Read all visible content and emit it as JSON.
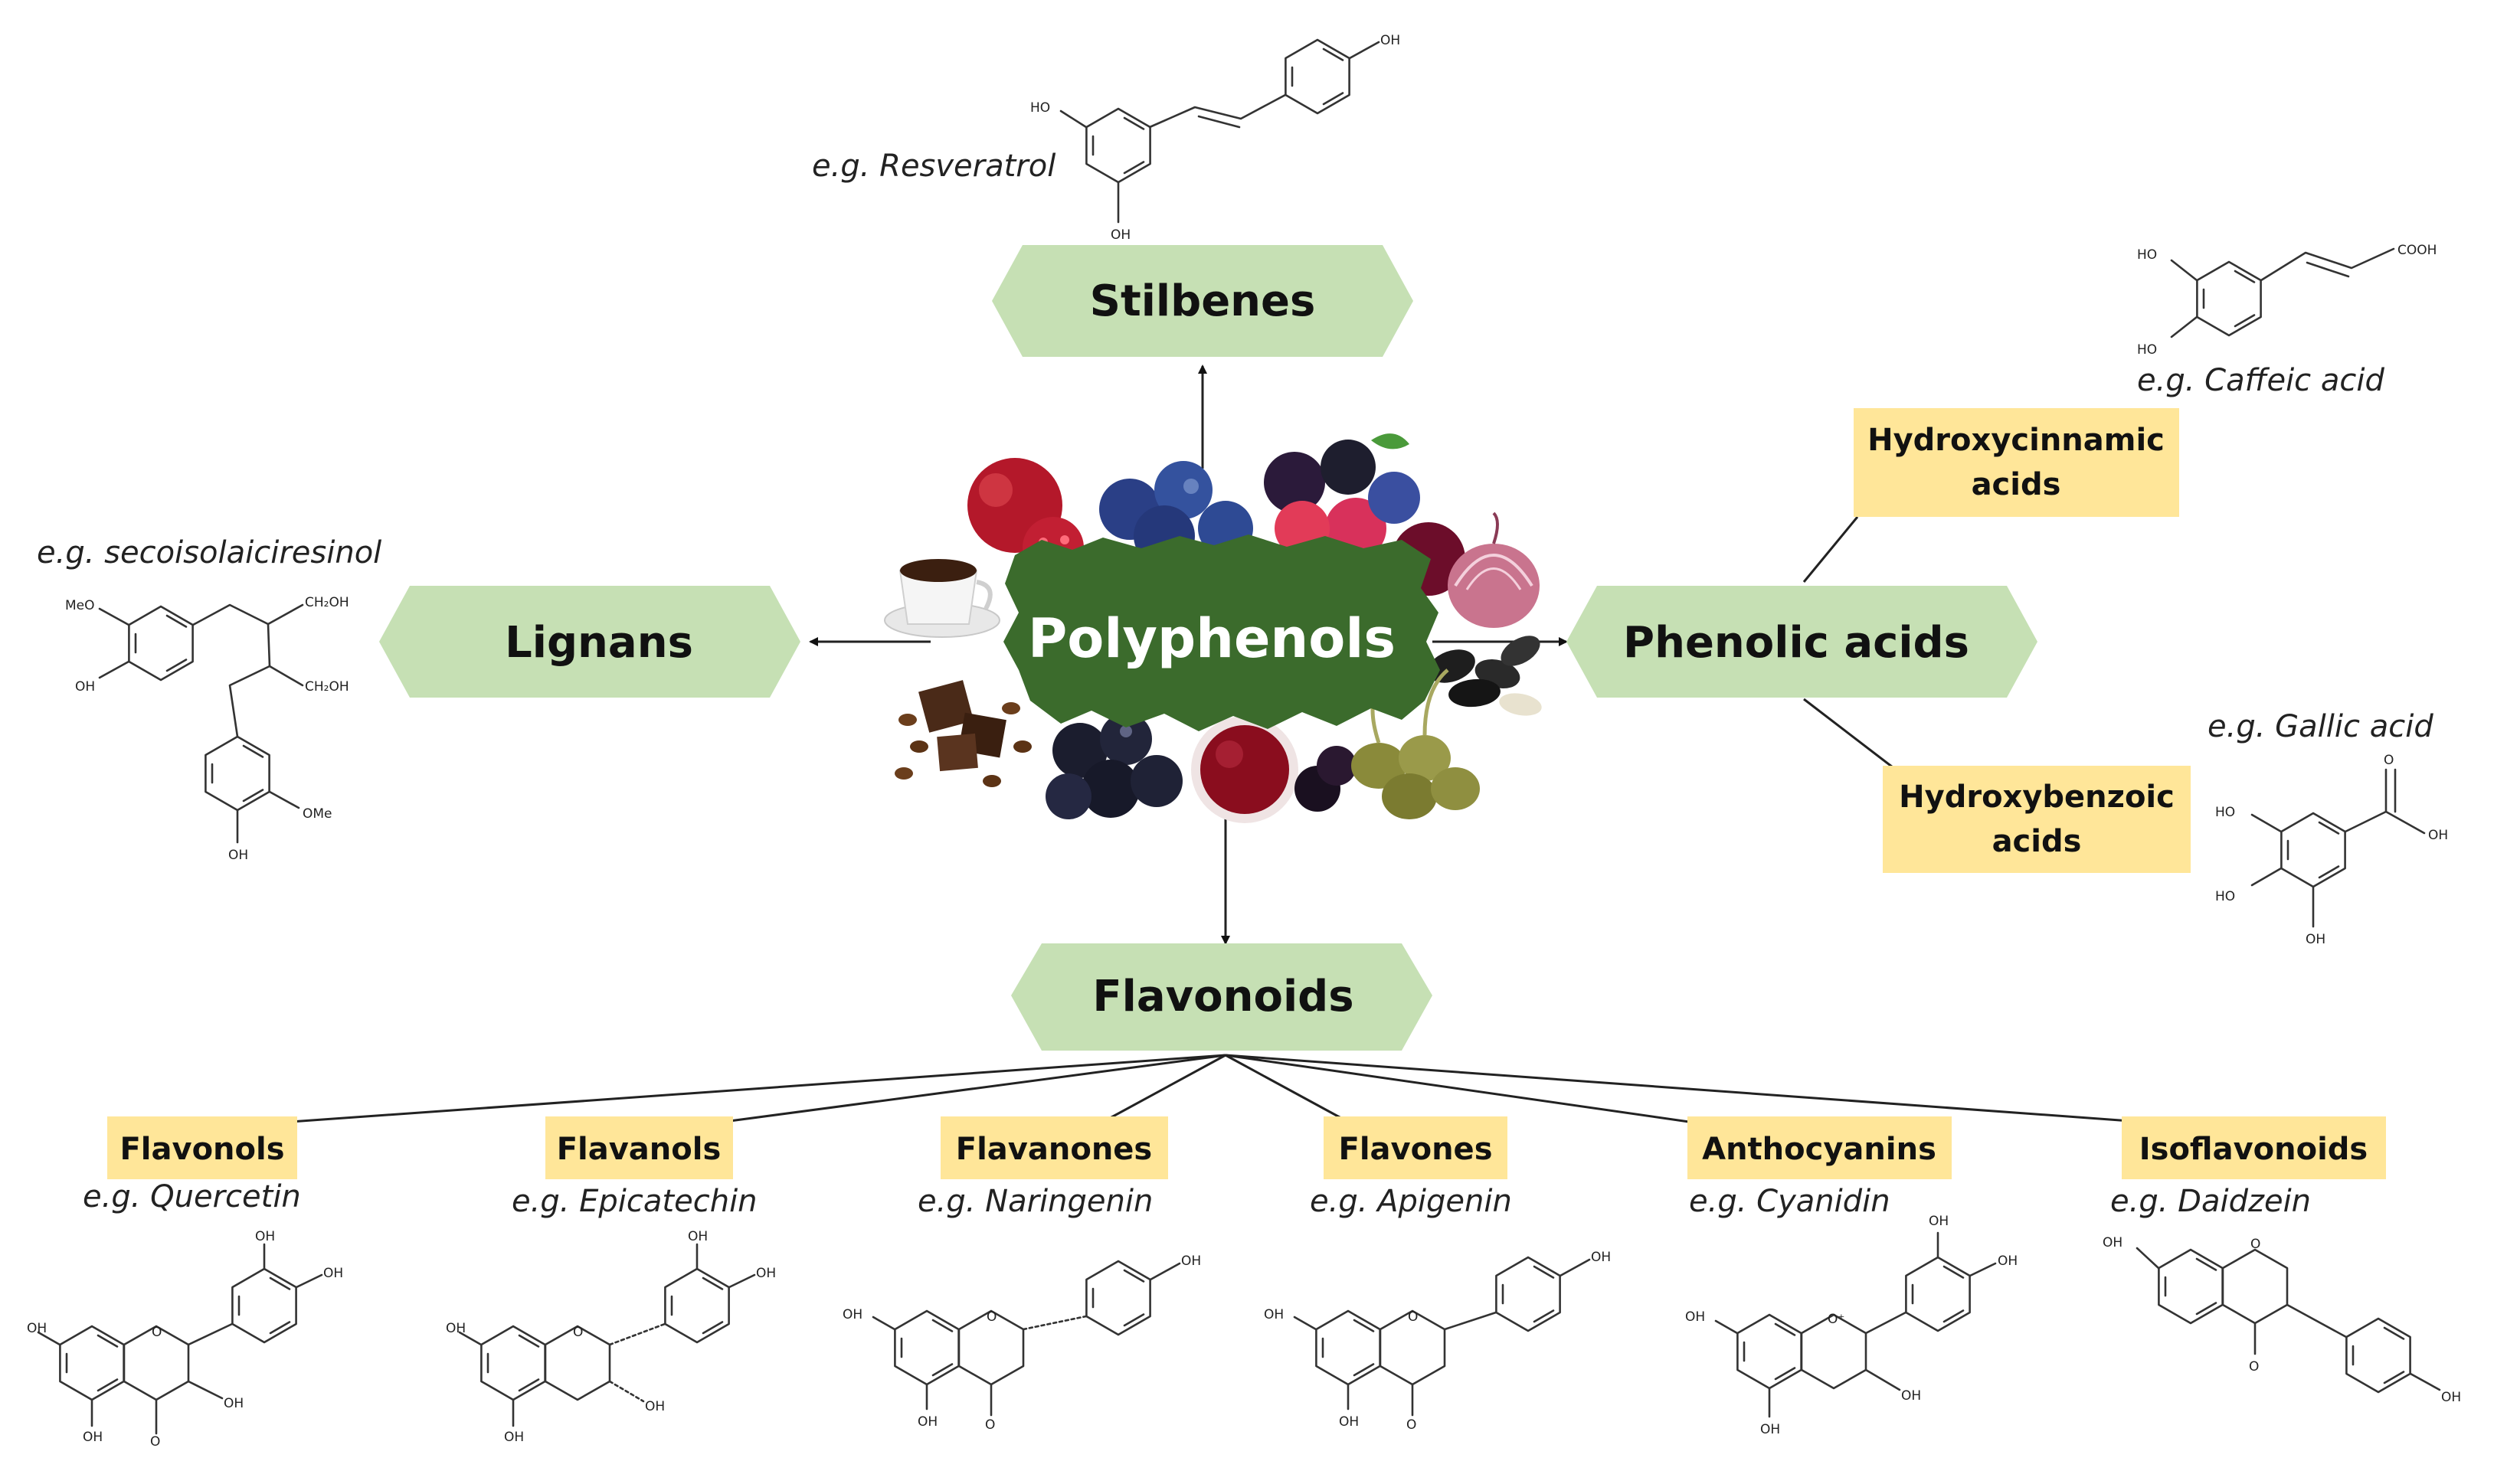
{
  "center": {
    "label": "Polyphenols"
  },
  "classes": {
    "stilbenes": {
      "label": "Stilbenes",
      "example": "e.g. Resveratrol"
    },
    "lignans": {
      "label": "Lignans",
      "example": "e.g. secoisolaiciresinol"
    },
    "phenolic_acids": {
      "label": "Phenolic acids",
      "sub": [
        {
          "line1": "Hydroxycinnamic",
          "line2": "acids",
          "example": "e.g. Caffeic acid"
        },
        {
          "line1": "Hydroxybenzoic",
          "line2": "acids",
          "example": "e.g. Gallic acid"
        }
      ]
    },
    "flavonoids": {
      "label": "Flavonoids",
      "sub": [
        {
          "label": "Flavonols",
          "example": "e.g. Quercetin"
        },
        {
          "label": "Flavanols",
          "example": "e.g. Epicatechin"
        },
        {
          "label": "Flavanones",
          "example": "e.g. Naringenin"
        },
        {
          "label": "Flavones",
          "example": "e.g. Apigenin"
        },
        {
          "label": "Anthocyanins",
          "example": "e.g. Cyanidin"
        },
        {
          "label": "Isoflavonoids",
          "example": "e.g. Daidzein"
        }
      ]
    }
  },
  "atoms": {
    "oh": "OH",
    "ho": "HO",
    "o": "O",
    "meo": "MeO",
    "ome": "OMe",
    "ch2oh": "CH₂OH",
    "cooh": "COOH",
    "oplus": "O⁺"
  },
  "colors": {
    "hexagon_fill": "#c6e0b4",
    "subclass_fill": "#ffe699",
    "center_fill": "#3b6b2c",
    "center_text": "#ffffff"
  },
  "food_icons": [
    "pomegranate",
    "blueberries",
    "mixed-berries",
    "red-onion",
    "coffee-cup",
    "black-seeds",
    "chocolate-coffee-beans",
    "aronia-berries",
    "red-wine",
    "capers"
  ]
}
